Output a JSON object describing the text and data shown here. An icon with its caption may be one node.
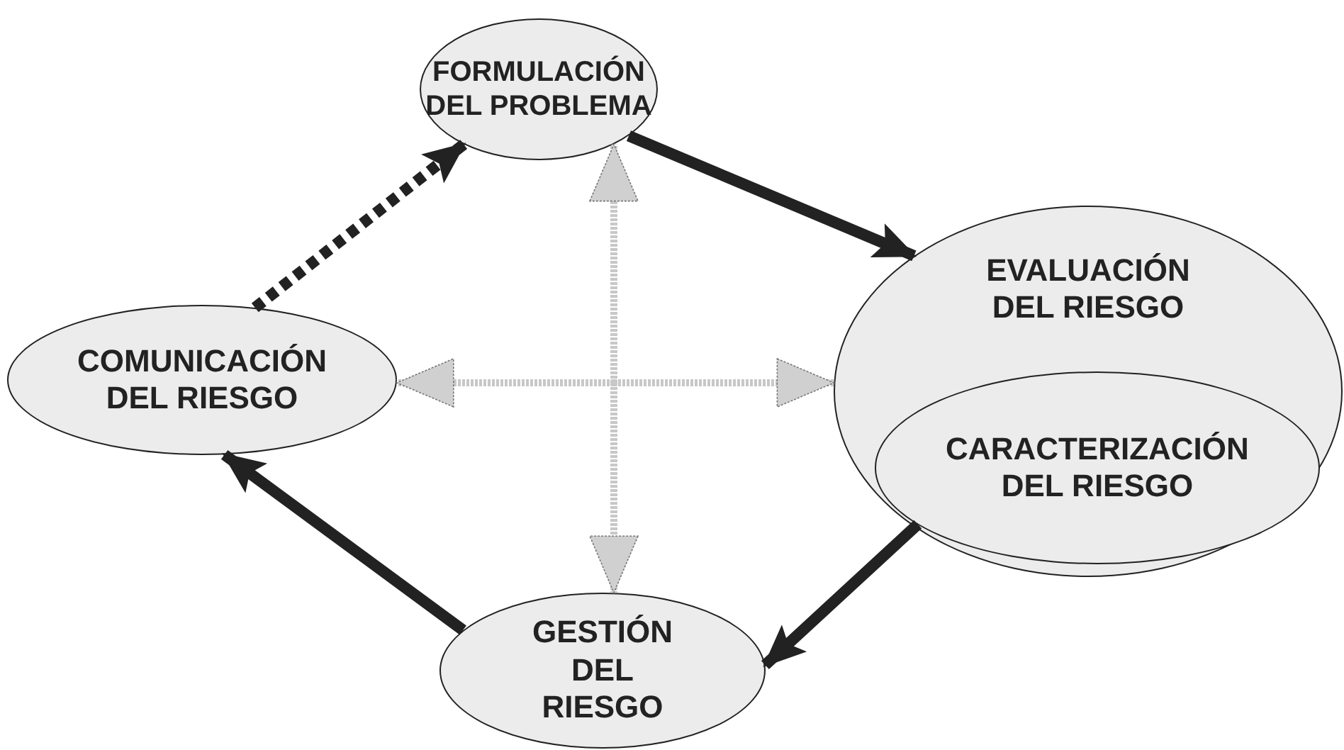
{
  "diagram": {
    "nodes": [
      {
        "text": [
          "FORMULACIÓN DEL PROBLEMA"
        ]
      },
      {
        "text": [
          "EVALUACIÓN DEL RIESGO"
        ]
      },
      {
        "text": [
          "CARACTERIZACIÓN DEL RIESGO"
        ],
        "in": 1
      },
      {
        "text": [
          "COMUNICACIÓN DEL RIESGO"
        ]
      },
      {
        "text": [
          "GESTIÓN DEL RIESGO"
        ]
      }
    ],
    "edges": [
      {
        "from": 3,
        "to": 0,
        "arrow": "to",
        "style": "dashed"
      },
      {
        "from": 0,
        "to": 1,
        "arrow": "to"
      },
      {
        "from": 2,
        "to": 4,
        "arrow": "to"
      },
      {
        "from": 4,
        "to": 3,
        "arrow": "to"
      },
      {
        "from": null,
        "to": 0,
        "arrow": "to",
        "style": "dashed",
        "color": "#c8c8c8"
      },
      {
        "from": null,
        "to": 3,
        "arrow": "to",
        "style": "dashed",
        "color": "#c8c8c8"
      },
      {
        "from": null,
        "to": 1,
        "arrow": "to",
        "style": "dashed",
        "color": "#c8c8c8"
      },
      {
        "from": null,
        "to": 4,
        "arrow": "to",
        "style": "dashed",
        "color": "#c8c8c8"
      }
    ]
  }
}
